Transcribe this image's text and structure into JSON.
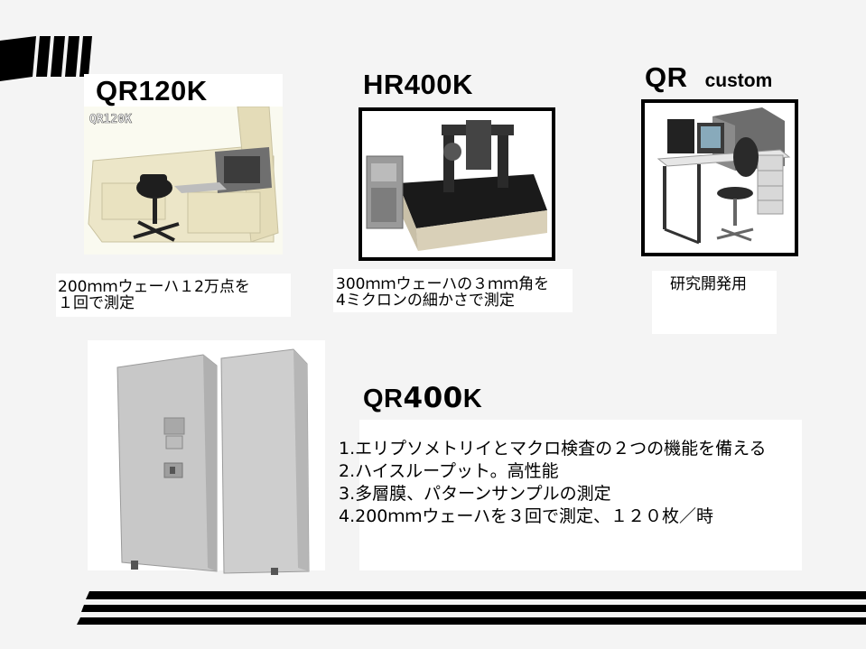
{
  "products": [
    {
      "name": "QR120K",
      "label_on_image": "QR120K",
      "description": "200ｍｍウェーハ１2万点を\n１回で測定"
    },
    {
      "name": "HR400K",
      "description": "300ｍｍウェーハの３ｍｍ角を\n4ミクロンの細かさで測定"
    },
    {
      "name_part1": "QR",
      "name_part2": "custom",
      "description": "研究開発用"
    },
    {
      "name_part1": "QR",
      "name_part2": "400",
      "name_part3": "K",
      "features": [
        "1.エリプソメトリイとマクロ検査の２つの機能を備える",
        "2.ハイスループット。高性能",
        "3.多層膜、パターンサンプルの測定",
        "4.200ｍｍウェーハを３回で測定、１２０枚／時"
      ]
    }
  ],
  "colors": {
    "background": "#f4f4f4",
    "text": "#000000",
    "stripe": "#000000"
  },
  "icons": [
    "logo-stripes-icon",
    "product-photo-qr120k",
    "product-photo-hr400k",
    "product-photo-qr-custom",
    "product-photo-qr400k",
    "footer-stripes-icon"
  ]
}
